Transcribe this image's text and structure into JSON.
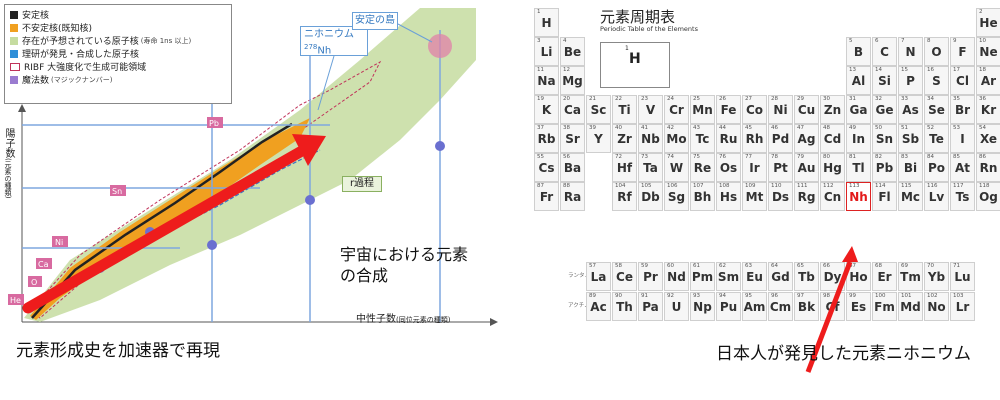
{
  "nuclide_chart": {
    "legend": {
      "stable": "安定核",
      "unstable": "不安定核(既知核)",
      "predicted": "存在が予想されている原子核",
      "predicted_note": "(寿命 1ns 以上)",
      "riken": "理研が発見・合成した原子核",
      "ribf": "RIBF 大強度化で生成可能領域",
      "magic": "魔法数",
      "magic_note": "(マジックナンバー)"
    },
    "y_axis": {
      "label": "陽子数",
      "note": "(元素の種類)"
    },
    "x_axis": {
      "label": "中性子数",
      "note": "(同位元素の種類)"
    },
    "element_tags": [
      "Pb",
      "Sn",
      "Ni",
      "Ca",
      "O",
      "He"
    ],
    "nihonium_box": {
      "label": "ニホニウム",
      "mass_number": "278",
      "symbol": "Nh"
    },
    "island_tag": "安定の島",
    "rprocess_tag": "r過程",
    "cosmic_text": "宇宙における元素の合成",
    "caption": "元素形成史を加速器で再現",
    "colors": {
      "stable": "#222222",
      "unstable": "#f0a020",
      "predicted": "#c6dca0",
      "riken": "#2f8fd8",
      "ribf": "#c0335a",
      "arrow": "#ee1c1c"
    }
  },
  "periodic_table": {
    "title": "元素周期表",
    "subtitle": "Periodic Table of the Elements",
    "key_example": {
      "number": "1",
      "symbol": "H"
    },
    "row_labels": [
      "ランタノイド",
      "アクチノイド"
    ],
    "main": [
      {
        "n": "1",
        "s": "H",
        "r": 0,
        "c": 0
      },
      {
        "n": "2",
        "s": "He",
        "r": 0,
        "c": 17
      },
      {
        "n": "3",
        "s": "Li",
        "r": 1,
        "c": 0
      },
      {
        "n": "4",
        "s": "Be",
        "r": 1,
        "c": 1
      },
      {
        "n": "5",
        "s": "B",
        "r": 1,
        "c": 12
      },
      {
        "n": "6",
        "s": "C",
        "r": 1,
        "c": 13
      },
      {
        "n": "7",
        "s": "N",
        "r": 1,
        "c": 14
      },
      {
        "n": "8",
        "s": "O",
        "r": 1,
        "c": 15
      },
      {
        "n": "9",
        "s": "F",
        "r": 1,
        "c": 16
      },
      {
        "n": "10",
        "s": "Ne",
        "r": 1,
        "c": 17
      },
      {
        "n": "11",
        "s": "Na",
        "r": 2,
        "c": 0
      },
      {
        "n": "12",
        "s": "Mg",
        "r": 2,
        "c": 1
      },
      {
        "n": "13",
        "s": "Al",
        "r": 2,
        "c": 12
      },
      {
        "n": "14",
        "s": "Si",
        "r": 2,
        "c": 13
      },
      {
        "n": "15",
        "s": "P",
        "r": 2,
        "c": 14
      },
      {
        "n": "16",
        "s": "S",
        "r": 2,
        "c": 15
      },
      {
        "n": "17",
        "s": "Cl",
        "r": 2,
        "c": 16
      },
      {
        "n": "18",
        "s": "Ar",
        "r": 2,
        "c": 17
      },
      {
        "n": "19",
        "s": "K",
        "r": 3,
        "c": 0
      },
      {
        "n": "20",
        "s": "Ca",
        "r": 3,
        "c": 1
      },
      {
        "n": "21",
        "s": "Sc",
        "r": 3,
        "c": 2
      },
      {
        "n": "22",
        "s": "Ti",
        "r": 3,
        "c": 3
      },
      {
        "n": "23",
        "s": "V",
        "r": 3,
        "c": 4
      },
      {
        "n": "24",
        "s": "Cr",
        "r": 3,
        "c": 5
      },
      {
        "n": "25",
        "s": "Mn",
        "r": 3,
        "c": 6
      },
      {
        "n": "26",
        "s": "Fe",
        "r": 3,
        "c": 7
      },
      {
        "n": "27",
        "s": "Co",
        "r": 3,
        "c": 8
      },
      {
        "n": "28",
        "s": "Ni",
        "r": 3,
        "c": 9
      },
      {
        "n": "29",
        "s": "Cu",
        "r": 3,
        "c": 10
      },
      {
        "n": "30",
        "s": "Zn",
        "r": 3,
        "c": 11
      },
      {
        "n": "31",
        "s": "Ga",
        "r": 3,
        "c": 12
      },
      {
        "n": "32",
        "s": "Ge",
        "r": 3,
        "c": 13
      },
      {
        "n": "33",
        "s": "As",
        "r": 3,
        "c": 14
      },
      {
        "n": "34",
        "s": "Se",
        "r": 3,
        "c": 15
      },
      {
        "n": "35",
        "s": "Br",
        "r": 3,
        "c": 16
      },
      {
        "n": "36",
        "s": "Kr",
        "r": 3,
        "c": 17
      },
      {
        "n": "37",
        "s": "Rb",
        "r": 4,
        "c": 0
      },
      {
        "n": "38",
        "s": "Sr",
        "r": 4,
        "c": 1
      },
      {
        "n": "39",
        "s": "Y",
        "r": 4,
        "c": 2
      },
      {
        "n": "40",
        "s": "Zr",
        "r": 4,
        "c": 3
      },
      {
        "n": "41",
        "s": "Nb",
        "r": 4,
        "c": 4
      },
      {
        "n": "42",
        "s": "Mo",
        "r": 4,
        "c": 5
      },
      {
        "n": "43",
        "s": "Tc",
        "r": 4,
        "c": 6
      },
      {
        "n": "44",
        "s": "Ru",
        "r": 4,
        "c": 7
      },
      {
        "n": "45",
        "s": "Rh",
        "r": 4,
        "c": 8
      },
      {
        "n": "46",
        "s": "Pd",
        "r": 4,
        "c": 9
      },
      {
        "n": "47",
        "s": "Ag",
        "r": 4,
        "c": 10
      },
      {
        "n": "48",
        "s": "Cd",
        "r": 4,
        "c": 11
      },
      {
        "n": "49",
        "s": "In",
        "r": 4,
        "c": 12
      },
      {
        "n": "50",
        "s": "Sn",
        "r": 4,
        "c": 13
      },
      {
        "n": "51",
        "s": "Sb",
        "r": 4,
        "c": 14
      },
      {
        "n": "52",
        "s": "Te",
        "r": 4,
        "c": 15
      },
      {
        "n": "53",
        "s": "I",
        "r": 4,
        "c": 16
      },
      {
        "n": "54",
        "s": "Xe",
        "r": 4,
        "c": 17
      },
      {
        "n": "55",
        "s": "Cs",
        "r": 5,
        "c": 0
      },
      {
        "n": "56",
        "s": "Ba",
        "r": 5,
        "c": 1
      },
      {
        "n": "72",
        "s": "Hf",
        "r": 5,
        "c": 3
      },
      {
        "n": "73",
        "s": "Ta",
        "r": 5,
        "c": 4
      },
      {
        "n": "74",
        "s": "W",
        "r": 5,
        "c": 5
      },
      {
        "n": "75",
        "s": "Re",
        "r": 5,
        "c": 6
      },
      {
        "n": "76",
        "s": "Os",
        "r": 5,
        "c": 7
      },
      {
        "n": "77",
        "s": "Ir",
        "r": 5,
        "c": 8
      },
      {
        "n": "78",
        "s": "Pt",
        "r": 5,
        "c": 9
      },
      {
        "n": "79",
        "s": "Au",
        "r": 5,
        "c": 10
      },
      {
        "n": "80",
        "s": "Hg",
        "r": 5,
        "c": 11
      },
      {
        "n": "81",
        "s": "Tl",
        "r": 5,
        "c": 12
      },
      {
        "n": "82",
        "s": "Pb",
        "r": 5,
        "c": 13
      },
      {
        "n": "83",
        "s": "Bi",
        "r": 5,
        "c": 14
      },
      {
        "n": "84",
        "s": "Po",
        "r": 5,
        "c": 15
      },
      {
        "n": "85",
        "s": "At",
        "r": 5,
        "c": 16
      },
      {
        "n": "86",
        "s": "Rn",
        "r": 5,
        "c": 17
      },
      {
        "n": "87",
        "s": "Fr",
        "r": 6,
        "c": 0
      },
      {
        "n": "88",
        "s": "Ra",
        "r": 6,
        "c": 1
      },
      {
        "n": "104",
        "s": "Rf",
        "r": 6,
        "c": 3
      },
      {
        "n": "105",
        "s": "Db",
        "r": 6,
        "c": 4
      },
      {
        "n": "106",
        "s": "Sg",
        "r": 6,
        "c": 5
      },
      {
        "n": "107",
        "s": "Bh",
        "r": 6,
        "c": 6
      },
      {
        "n": "108",
        "s": "Hs",
        "r": 6,
        "c": 7
      },
      {
        "n": "109",
        "s": "Mt",
        "r": 6,
        "c": 8
      },
      {
        "n": "110",
        "s": "Ds",
        "r": 6,
        "c": 9
      },
      {
        "n": "111",
        "s": "Rg",
        "r": 6,
        "c": 10
      },
      {
        "n": "112",
        "s": "Cn",
        "r": 6,
        "c": 11
      },
      {
        "n": "113",
        "s": "Nh",
        "r": 6,
        "c": 12,
        "highlight": true
      },
      {
        "n": "114",
        "s": "Fl",
        "r": 6,
        "c": 13
      },
      {
        "n": "115",
        "s": "Mc",
        "r": 6,
        "c": 14
      },
      {
        "n": "116",
        "s": "Lv",
        "r": 6,
        "c": 15
      },
      {
        "n": "117",
        "s": "Ts",
        "r": 6,
        "c": 16
      },
      {
        "n": "118",
        "s": "Og",
        "r": 6,
        "c": 17
      }
    ],
    "lanthanides": [
      {
        "n": "57",
        "s": "La"
      },
      {
        "n": "58",
        "s": "Ce"
      },
      {
        "n": "59",
        "s": "Pr"
      },
      {
        "n": "60",
        "s": "Nd"
      },
      {
        "n": "61",
        "s": "Pm"
      },
      {
        "n": "62",
        "s": "Sm"
      },
      {
        "n": "63",
        "s": "Eu"
      },
      {
        "n": "64",
        "s": "Gd"
      },
      {
        "n": "65",
        "s": "Tb"
      },
      {
        "n": "66",
        "s": "Dy"
      },
      {
        "n": "67",
        "s": "Ho"
      },
      {
        "n": "68",
        "s": "Er"
      },
      {
        "n": "69",
        "s": "Tm"
      },
      {
        "n": "70",
        "s": "Yb"
      },
      {
        "n": "71",
        "s": "Lu"
      }
    ],
    "actinides": [
      {
        "n": "89",
        "s": "Ac"
      },
      {
        "n": "90",
        "s": "Th"
      },
      {
        "n": "91",
        "s": "Pa"
      },
      {
        "n": "92",
        "s": "U"
      },
      {
        "n": "93",
        "s": "Np"
      },
      {
        "n": "94",
        "s": "Pu"
      },
      {
        "n": "95",
        "s": "Am"
      },
      {
        "n": "96",
        "s": "Cm"
      },
      {
        "n": "97",
        "s": "Bk"
      },
      {
        "n": "98",
        "s": "Cf"
      },
      {
        "n": "99",
        "s": "Es"
      },
      {
        "n": "100",
        "s": "Fm"
      },
      {
        "n": "101",
        "s": "Md"
      },
      {
        "n": "102",
        "s": "No"
      },
      {
        "n": "103",
        "s": "Lr"
      }
    ],
    "caption": "日本人が発見した元素ニホニウム",
    "colors": {
      "highlight": "#e31b1b"
    }
  }
}
